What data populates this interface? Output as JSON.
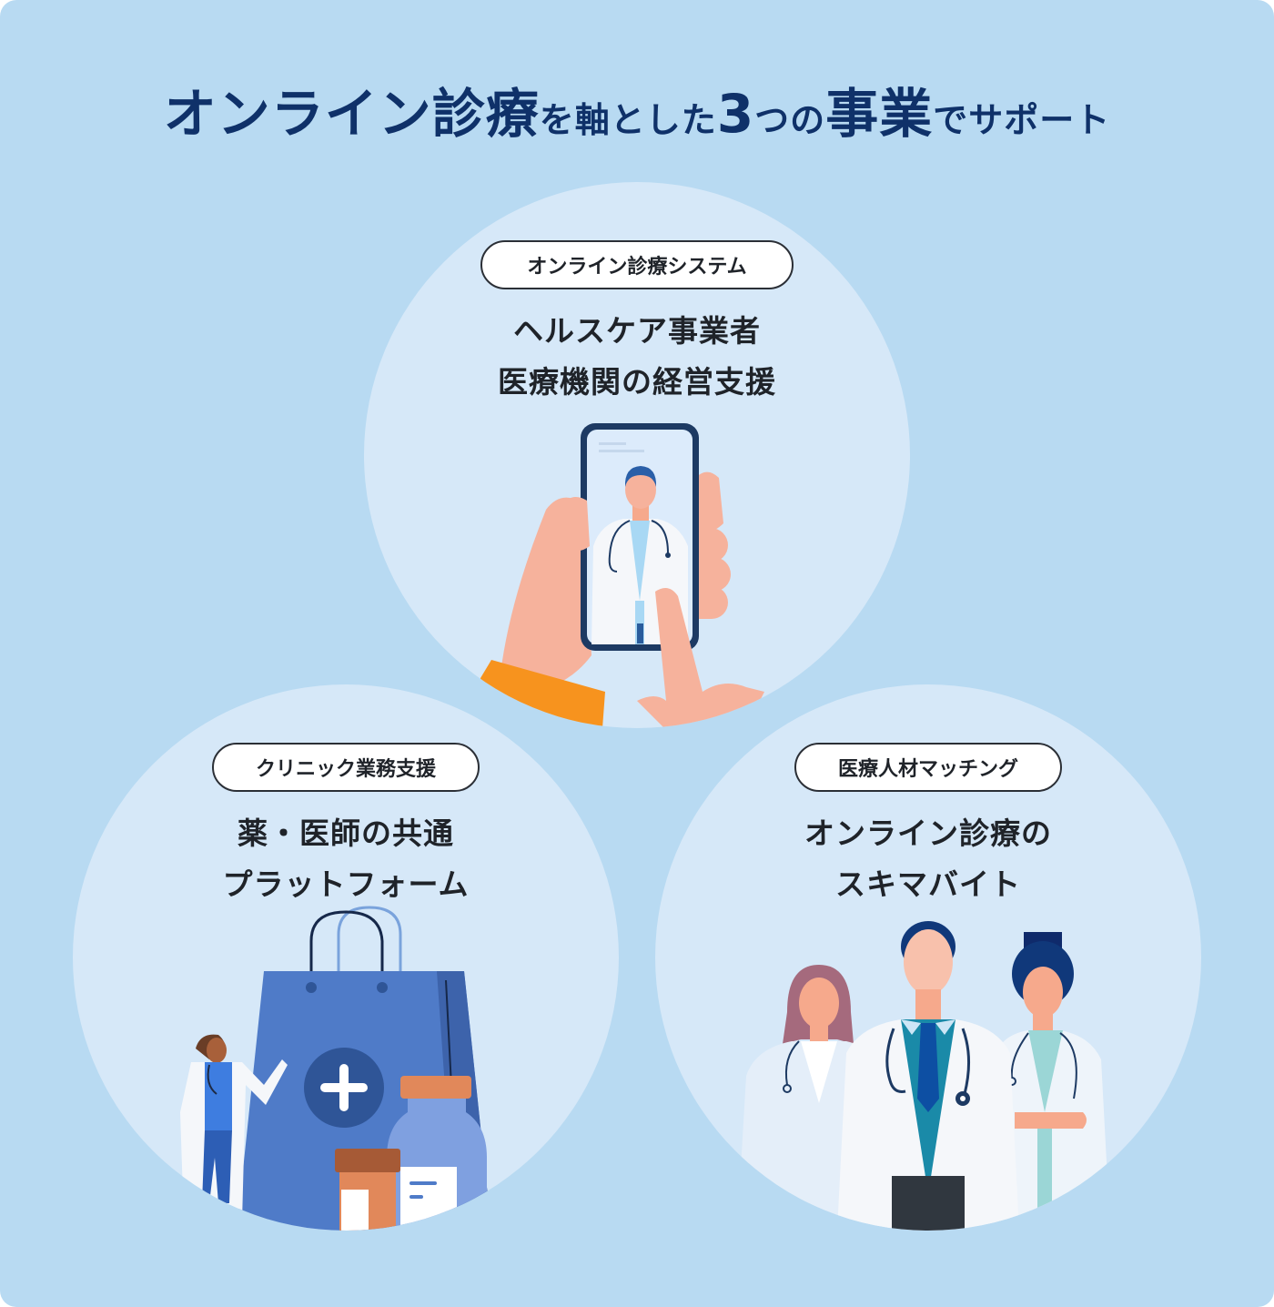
{
  "headline": {
    "part1": "オンライン診療",
    "part2": "を軸とした",
    "part3": "3",
    "part4": "つの",
    "part5": "事業",
    "part6": "でサポート"
  },
  "colors": {
    "background": "#b8daf2",
    "circle": "#d6e8f8",
    "headline": "#0f3169",
    "text": "#1f2329",
    "pill_border": "#2b2f36"
  },
  "services": [
    {
      "tag": "オンライン診療システム",
      "lines": [
        "ヘルスケア事業者",
        "医療機関の経営支援"
      ],
      "illustration": "hand-holding-phone-with-doctor-video-call"
    },
    {
      "tag": "クリニック業務支援",
      "lines": [
        "薬・医師の共通",
        "プラットフォーム"
      ],
      "illustration": "doctor-with-pharmacy-bag-and-medicine-bottles"
    },
    {
      "tag": "医療人材マッチング",
      "lines": [
        "オンライン診療の",
        "スキマバイト"
      ],
      "illustration": "three-medical-staff-in-white-coats"
    }
  ]
}
